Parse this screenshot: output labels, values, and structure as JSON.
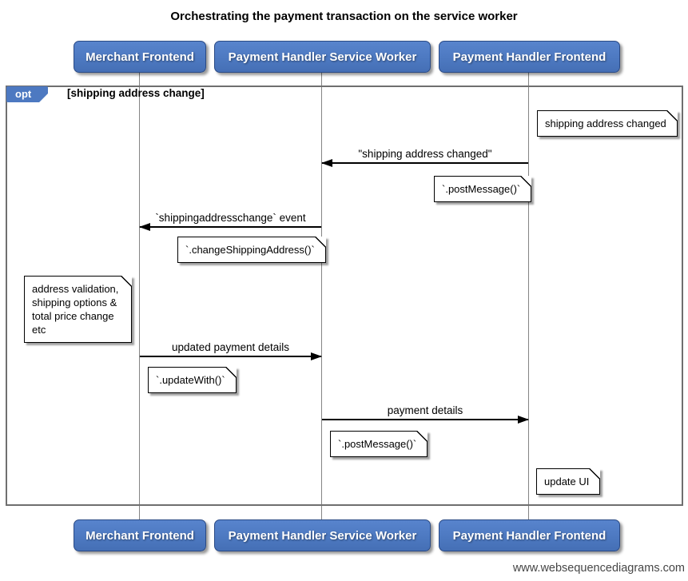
{
  "title": "Orchestrating the payment transaction on the service worker",
  "actors": [
    {
      "label": "Merchant Frontend"
    },
    {
      "label": "Payment Handler Service Worker"
    },
    {
      "label": "Payment Handler Frontend"
    }
  ],
  "fragment": {
    "operator": "opt",
    "guard": "[shipping address change]"
  },
  "messages": [
    {
      "label": "\"shipping address changed\"",
      "from": "Payment Handler Frontend",
      "to": "Payment Handler Service Worker",
      "direction": "left"
    },
    {
      "label": "`shippingaddresschange` event",
      "from": "Payment Handler Service Worker",
      "to": "Merchant Frontend",
      "direction": "left"
    },
    {
      "label": "updated payment details",
      "from": "Merchant Frontend",
      "to": "Payment Handler Service Worker",
      "direction": "right"
    },
    {
      "label": "payment details",
      "from": "Payment Handler Service Worker",
      "to": "Payment Handler Frontend",
      "direction": "right"
    }
  ],
  "notes": [
    {
      "text": "shipping address changed"
    },
    {
      "text": "`.postMessage()`"
    },
    {
      "text": "`.changeShippingAddress()`"
    },
    {
      "text": "address validation,\nshipping options &\ntotal price change etc"
    },
    {
      "text": "`.updateWith()`"
    },
    {
      "text": "`.postMessage()`"
    },
    {
      "text": "update UI"
    }
  ],
  "footer": "www.websequencediagrams.com",
  "colors": {
    "actor_fill": "#4d79c1",
    "actor_border": "#2a4a85",
    "actor_text": "#ffffff",
    "frame_border": "#6f6f6f",
    "lifeline": "#848484",
    "note_fill": "#ffffff",
    "note_border": "#000000",
    "arrow": "#000000",
    "text": "#000000"
  }
}
